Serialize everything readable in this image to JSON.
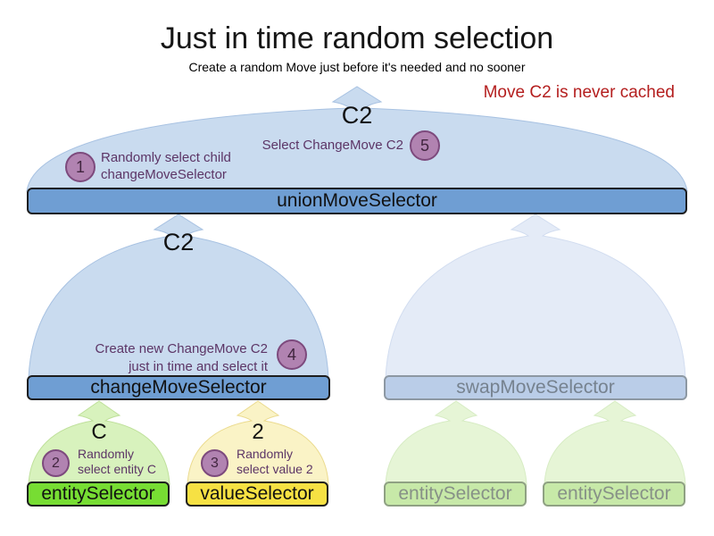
{
  "title": "Just in time random selection",
  "subtitle": "Create a random Move just before it's needed and no sooner",
  "note": "Move C2 is never cached",
  "union": {
    "label": "unionMoveSelector",
    "output": "C2",
    "step5": {
      "num": "5",
      "text": "Select ChangeMove C2"
    },
    "step1": {
      "num": "1",
      "line1": "Randomly select child",
      "line2": "changeMoveSelector"
    }
  },
  "change": {
    "label": "changeMoveSelector",
    "output": "C2",
    "step4": {
      "num": "4",
      "line1": "Create new ChangeMove C2",
      "line2": "just in time and select it"
    }
  },
  "swap": {
    "label": "swapMoveSelector"
  },
  "entity": {
    "label": "entitySelector",
    "output": "C",
    "step2": {
      "num": "2",
      "line1": "Randomly",
      "line2": "select entity C"
    }
  },
  "value": {
    "label": "valueSelector",
    "output": "2",
    "step3": {
      "num": "3",
      "line1": "Randomly",
      "line2": "select value 2"
    }
  },
  "faded_left": {
    "label": "entitySelector"
  },
  "faded_right": {
    "label": "entitySelector"
  },
  "colors": {
    "note_red": "#b41e1e",
    "bar_blue": "#6f9ed3",
    "bar_blue_faded": "#bacde8",
    "funnel_blue": "#c9dbef",
    "funnel_blue_faded": "#e4ebf7",
    "bar_green": "#77dd33",
    "bar_green_faded": "#c7e9a8",
    "funnel_green": "#d8f2bd",
    "funnel_green_faded": "#e6f5d6",
    "bar_yellow": "#f6e143",
    "funnel_yellow": "#faf3c6",
    "badge_purple": "#b183b1",
    "badge_purple_border": "#7d4a7d",
    "text_purple": "#5c3566"
  }
}
